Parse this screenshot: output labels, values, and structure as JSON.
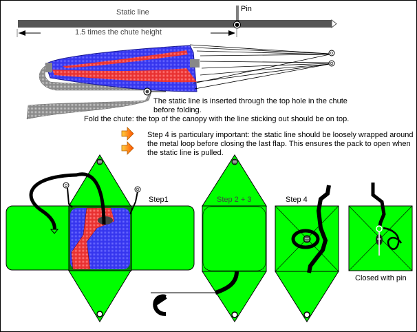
{
  "diagram": {
    "static_line_label": "Static line",
    "pin_label": "Pin",
    "length_label": "1.5 times the chute height",
    "note_insert_line1": "The static line is inserted through the top hole in the chute",
    "note_insert_line2": "before folding.",
    "note_fold": "Fold the chute: the top of the canopy with the line sticking out should be on top.",
    "note_step4_line1": "Step 4 is particulary important: the static line should be loosely wrapped around",
    "note_step4_line2": "the metal loop before closing the last flap. This ensures the pack to open when",
    "note_step4_line3": "the static line is pulled.",
    "steps": [
      {
        "label": "Step1"
      },
      {
        "label": "Step 2 + 3"
      },
      {
        "label": "Step 4"
      },
      {
        "label": "Closed with pin"
      }
    ],
    "colors": {
      "pack_green": "#00ff00",
      "canopy_blue": "#3333ee",
      "canopy_red": "#ee4444",
      "line_grey": "#555555",
      "arrow_orange": "#ff8800"
    }
  }
}
